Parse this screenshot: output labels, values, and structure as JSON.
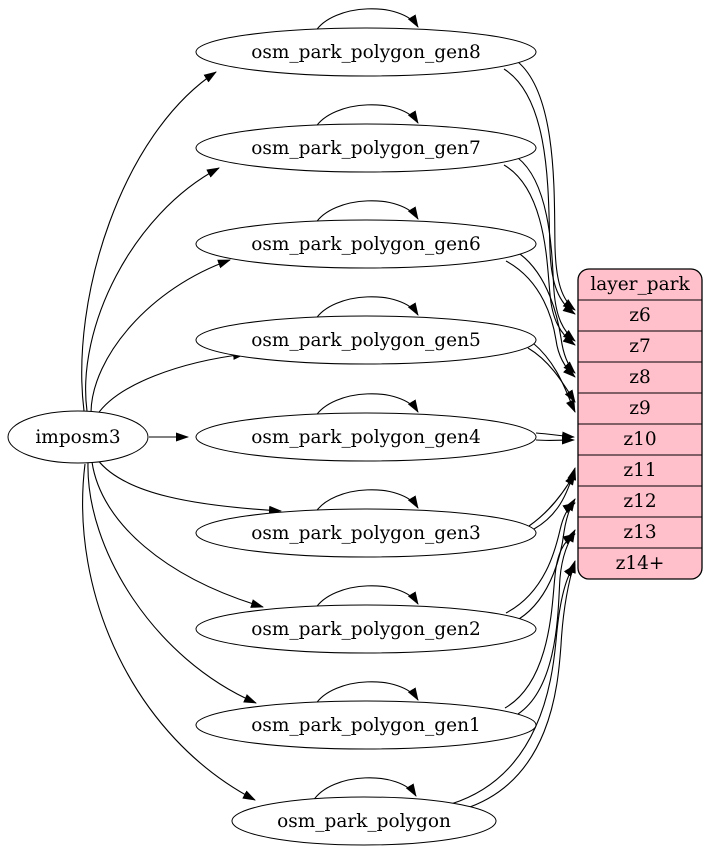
{
  "nodes": {
    "source": "imposm3",
    "tables": [
      "osm_park_polygon_gen8",
      "osm_park_polygon_gen7",
      "osm_park_polygon_gen6",
      "osm_park_polygon_gen5",
      "osm_park_polygon_gen4",
      "osm_park_polygon_gen3",
      "osm_park_polygon_gen2",
      "osm_park_polygon_gen1",
      "osm_park_polygon"
    ]
  },
  "layer": {
    "title": "layer_park",
    "rows": [
      "z6",
      "z7",
      "z8",
      "z9",
      "z10",
      "z11",
      "z12",
      "z13",
      "z14+"
    ]
  },
  "edges": {
    "from_source_to": [
      "osm_park_polygon_gen8",
      "osm_park_polygon_gen7",
      "osm_park_polygon_gen6",
      "osm_park_polygon_gen5",
      "osm_park_polygon_gen4",
      "osm_park_polygon_gen3",
      "osm_park_polygon_gen2",
      "osm_park_polygon_gen1",
      "osm_park_polygon"
    ],
    "self_loops_on": [
      "osm_park_polygon_gen8",
      "osm_park_polygon_gen7",
      "osm_park_polygon_gen6",
      "osm_park_polygon_gen5",
      "osm_park_polygon_gen4",
      "osm_park_polygon_gen3",
      "osm_park_polygon_gen2",
      "osm_park_polygon_gen1",
      "osm_park_polygon"
    ],
    "table_to_layer": [
      {
        "from": "osm_park_polygon_gen8",
        "to": "z6",
        "edge_count": 2
      },
      {
        "from": "osm_park_polygon_gen7",
        "to": "z7",
        "edge_count": 2
      },
      {
        "from": "osm_park_polygon_gen6",
        "to": "z8",
        "edge_count": 2
      },
      {
        "from": "osm_park_polygon_gen5",
        "to": "z9",
        "edge_count": 2
      },
      {
        "from": "osm_park_polygon_gen4",
        "to": "z10",
        "edge_count": 2
      },
      {
        "from": "osm_park_polygon_gen3",
        "to": "z11",
        "edge_count": 2
      },
      {
        "from": "osm_park_polygon_gen2",
        "to": "z12",
        "edge_count": 2
      },
      {
        "from": "osm_park_polygon_gen1",
        "to": "z13",
        "edge_count": 2
      },
      {
        "from": "osm_park_polygon",
        "to": "z14+",
        "edge_count": 2
      }
    ]
  },
  "colors": {
    "layer_fill": "#ffc0cb",
    "node_fill": "#ffffff",
    "stroke": "#000000",
    "text": "#000000",
    "background": "#ffffff"
  }
}
